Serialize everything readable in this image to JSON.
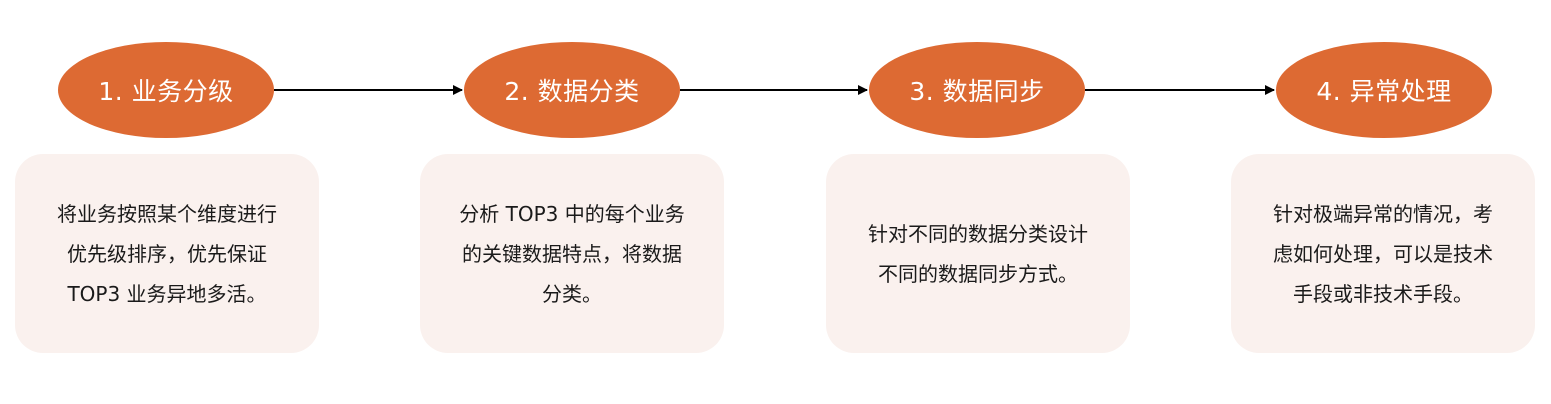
{
  "steps": [
    {
      "title": "1. 业务分级",
      "description": "将业务按照某个维度进行\n优先级排序，优先保证\nTOP3 业务异地多活。"
    },
    {
      "title": "2. 数据分类",
      "description": "分析 TOP3 中的每个业务\n的关键数据特点，将数据\n分类。"
    },
    {
      "title": "3. 数据同步",
      "description": "针对不同的数据分类设计\n不同的数据同步方式。"
    },
    {
      "title": "4. 异常处理",
      "description": "针对极端异常的情况，考\n虑如何处理，可以是技术\n手段或非技术手段。"
    }
  ],
  "colors": {
    "node_fill": "#dd6a33",
    "card_fill": "#faf1ee",
    "arrow": "#000000"
  }
}
